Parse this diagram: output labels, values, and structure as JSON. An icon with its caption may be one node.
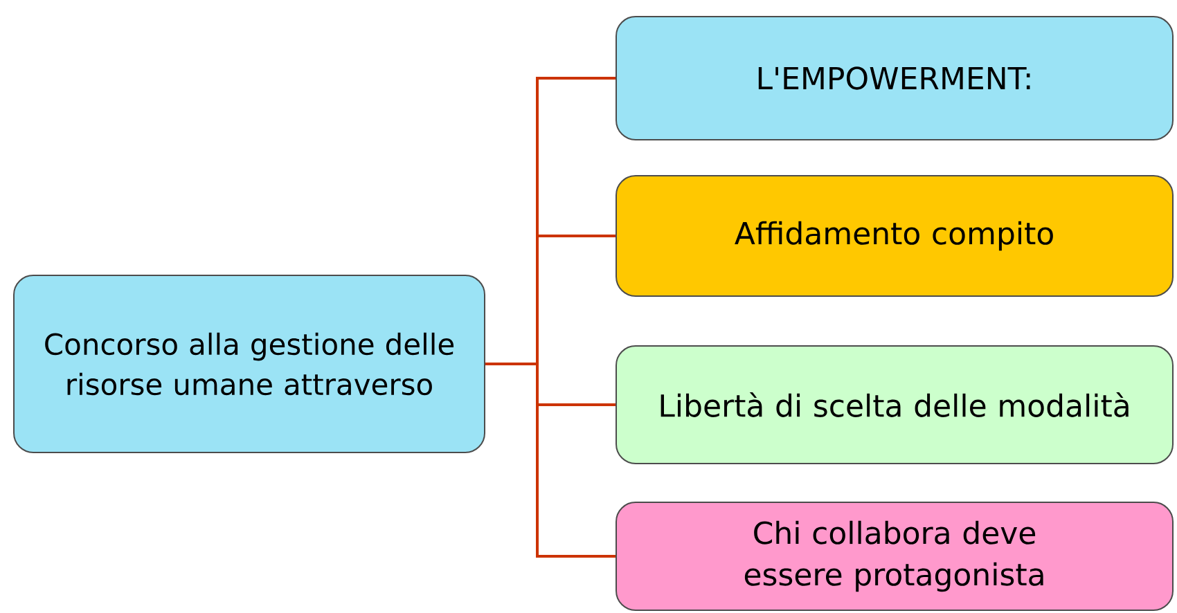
{
  "diagram": {
    "nodes": [
      {
        "text": [
          "Concorso alla gestione delle risorse umane attraverso"
        ]
      },
      {
        "text": [
          "L'EMPOWERMENT:"
        ]
      },
      {
        "text": [
          "Affidamento compito"
        ]
      },
      {
        "text": [
          "Libertà di scelta delle modalità"
        ]
      },
      {
        "text": [
          "Chi collabora deve essere protagonista"
        ]
      }
    ],
    "edges": [
      {
        "from": 0,
        "to": 1,
        "arrow": "none"
      },
      {
        "from": 0,
        "to": 2,
        "arrow": "none"
      },
      {
        "from": 0,
        "to": 3,
        "arrow": "none"
      },
      {
        "from": 0,
        "to": 4,
        "arrow": "none"
      }
    ]
  }
}
